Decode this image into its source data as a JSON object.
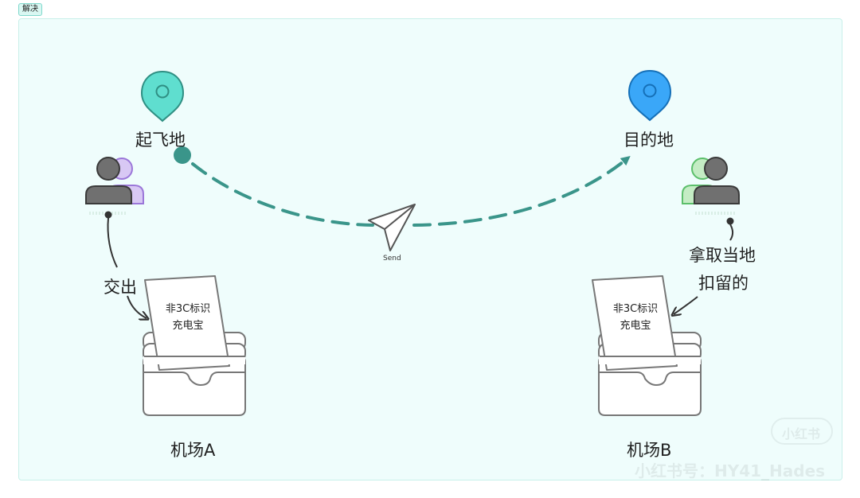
{
  "tag": "解决",
  "origin_label": "起飞地",
  "destination_label": "目的地",
  "send_label": "Send",
  "handover_label": "交出",
  "retrieve_label_line1": "拿取当地",
  "retrieve_label_line2": "扣留的",
  "card_line1": "非3C标识",
  "card_line2": "充电宝",
  "airport_a": "机场A",
  "airport_b": "机场B",
  "watermark_badge": "小红书",
  "watermark_text": "小红书号：HY41_Hades",
  "colors": {
    "pin_origin": "#5fdecf",
    "pin_destination": "#3aa7f8",
    "flight_path": "#3a958a",
    "person_left_accent": "#d8c8f4",
    "person_right_accent": "#c4ecc4",
    "frame_bg": "#effdfc"
  },
  "icons": [
    "location-pin-icon",
    "location-pin-icon",
    "paper-plane-icon",
    "person-group-icon",
    "person-group-icon",
    "paper-tray-icon",
    "paper-tray-icon"
  ]
}
